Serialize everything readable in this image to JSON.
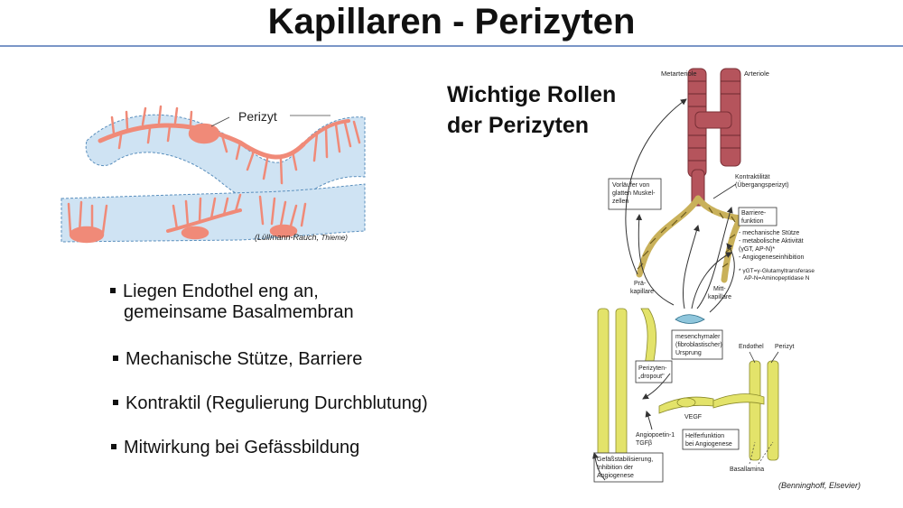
{
  "slide": {
    "title": "Kapillaren - Perizyten",
    "roles_heading_line1": "Wichtige Rollen",
    "roles_heading_line2": "der Perizyten",
    "bullets": [
      {
        "line1": "Liegen Endothel eng an,",
        "line2": "gemeinsame Basalmembran"
      },
      {
        "line1": "Mechanische Stütze, Barriere"
      },
      {
        "line1": "Kontraktil (Regulierung Durchblutung)"
      },
      {
        "line1": "Mitwirkung bei Gefässbildung"
      }
    ]
  },
  "left_figure": {
    "label": "Perizyt",
    "credit_author": "(Lüllmann-Rauch, ",
    "credit_publisher": "Thieme)",
    "colors": {
      "vessel": "#cfe3f3",
      "pericyte": "#f08a78"
    }
  },
  "right_figure": {
    "credit": "(Benninghoff, Elsevier)",
    "labels": {
      "metarteriole": "Metarteriole",
      "arteriole": "Arteriole",
      "vorlaeufer": [
        "Vorläufer von",
        "glatten Muskel-",
        "zellen"
      ],
      "kontraktilitaet": [
        "Kontraktilität",
        "(Übergangsperizyt)"
      ],
      "barriere": [
        "Barriere-",
        "funktion"
      ],
      "stuetze_list": [
        "- mechanische Stütze",
        "- metabolische Aktivität",
        "  (γGT, AP-N)*",
        "- Angiogeneseinhibition"
      ],
      "footnote": [
        "* γGT=γ-Glutamyltransferase",
        "AP-N=Aminopeptidase N"
      ],
      "praekapillare": [
        "Prä-",
        "kapillare"
      ],
      "mittkapillare": [
        "Mitt-",
        "kapillare"
      ],
      "mesenchymal": [
        "mesenchymaler",
        "(fibroblastischer)",
        "Ursprung"
      ],
      "endothel": "Endothel",
      "perizyt": "Perizyt",
      "dropout": [
        "Perizyten-",
        "„dropout\""
      ],
      "vegf": "VEGF",
      "helferfunktion": [
        "Helferfunktion",
        "bei Angiogenese"
      ],
      "angiopoetin": [
        "Angiopoetin-1",
        "TGFβ"
      ],
      "stabilisierung": [
        "Gefäßstabilisierung,",
        "Inhibition der",
        "Angiogenese"
      ],
      "basallamina": "Basallamina"
    },
    "colors": {
      "arteriole": "#b5545c",
      "capillary": "#c9b15a",
      "sheath": "#e3e36a",
      "mesenchyme": "#8fc6dc"
    }
  }
}
